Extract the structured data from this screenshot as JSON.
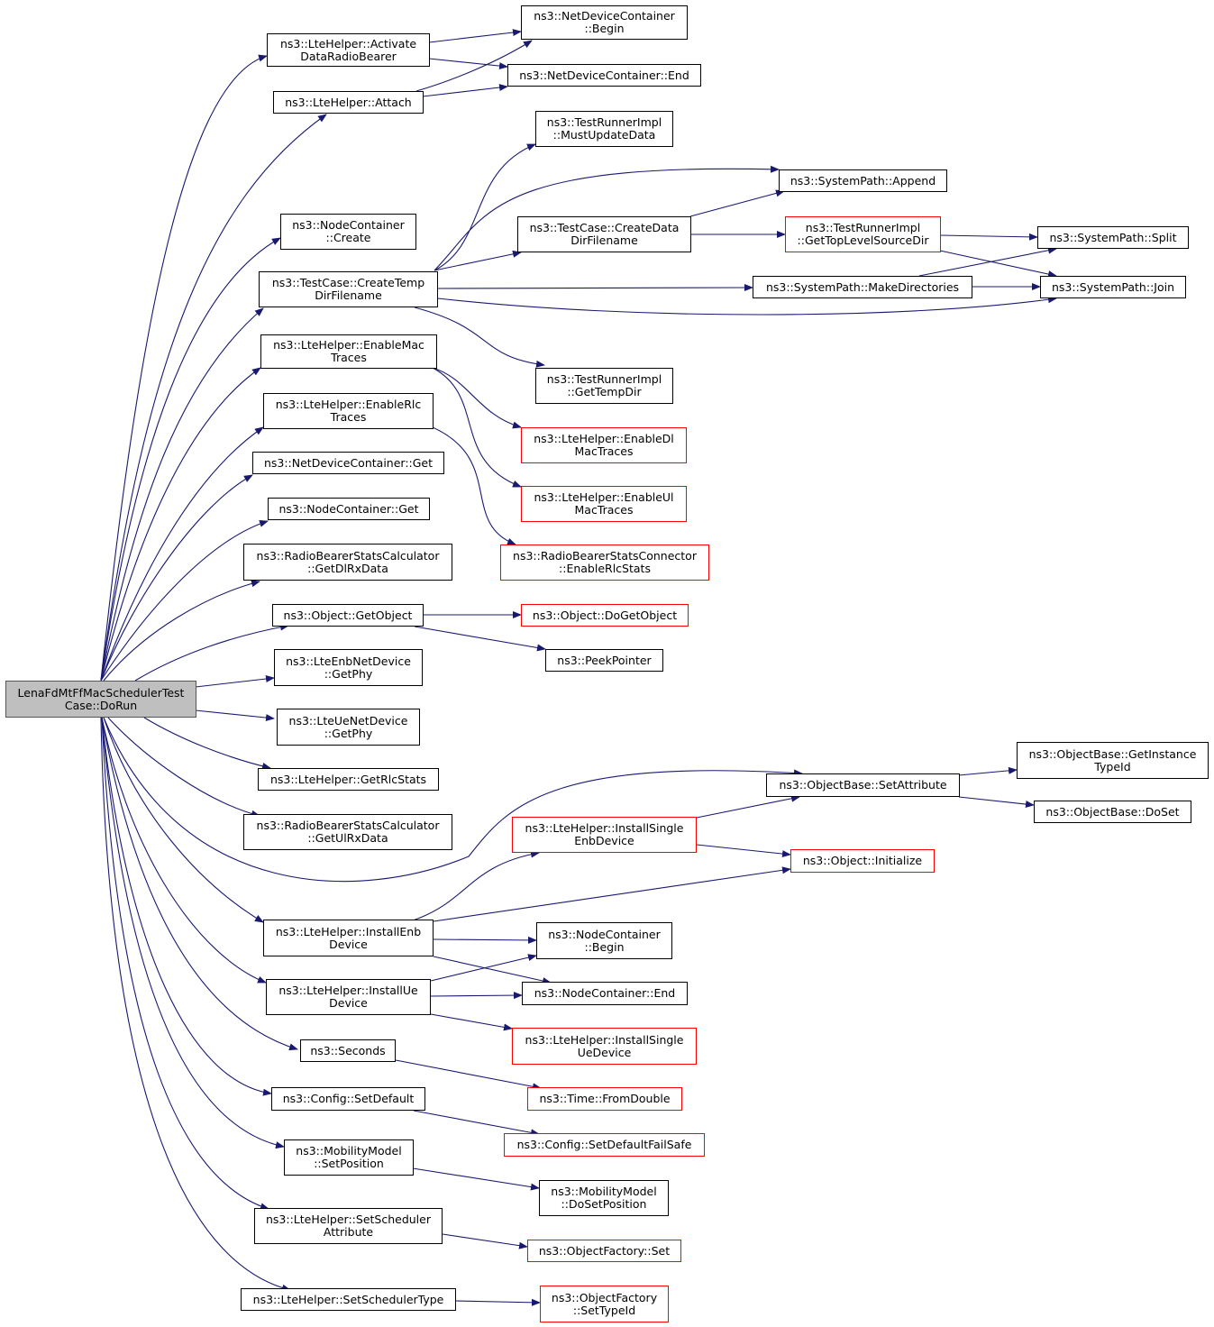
{
  "graph_title": "",
  "nodes": {
    "root": [
      "LenaFdMtFfMacSchedulerTest",
      "Case::DoRun"
    ],
    "activate": [
      "ns3::LteHelper::Activate",
      "DataRadioBearer"
    ],
    "attach": [
      "ns3::LteHelper::Attach"
    ],
    "ndc_begin": [
      "ns3::NetDeviceContainer",
      "::Begin"
    ],
    "ndc_end": [
      "ns3::NetDeviceContainer::End"
    ],
    "nc_create": [
      "ns3::NodeContainer",
      "::Create"
    ],
    "createtemp": [
      "ns3::TestCase::CreateTemp",
      "DirFilename"
    ],
    "mustupdate": [
      "ns3::TestRunnerImpl",
      "::MustUpdateData"
    ],
    "sp_append": [
      "ns3::SystemPath::Append"
    ],
    "createdata": [
      "ns3::TestCase::CreateData",
      "DirFilename"
    ],
    "gettoplevel": [
      "ns3::TestRunnerImpl",
      "::GetTopLevelSourceDir"
    ],
    "sp_split": [
      "ns3::SystemPath::Split"
    ],
    "sp_makedirs": [
      "ns3::SystemPath::MakeDirectories"
    ],
    "sp_join": [
      "ns3::SystemPath::Join"
    ],
    "gettempdir": [
      "ns3::TestRunnerImpl",
      "::GetTempDir"
    ],
    "enablemac": [
      "ns3::LteHelper::EnableMac",
      "Traces"
    ],
    "enabledlmac": [
      "ns3::LteHelper::EnableDl",
      "MacTraces"
    ],
    "enablerlc": [
      "ns3::LteHelper::EnableRlc",
      "Traces"
    ],
    "enableulmac": [
      "ns3::LteHelper::EnableUl",
      "MacTraces"
    ],
    "ndc_get": [
      "ns3::NetDeviceContainer::Get"
    ],
    "nc_get": [
      "ns3::NodeContainer::Get"
    ],
    "rbsconn": [
      "ns3::RadioBearerStatsConnector",
      "::EnableRlcStats"
    ],
    "getdlrx": [
      "ns3::RadioBearerStatsCalculator",
      "::GetDlRxData"
    ],
    "getobject": [
      "ns3::Object::GetObject"
    ],
    "dogetobject": [
      "ns3::Object::DoGetObject"
    ],
    "peekpointer": [
      "ns3::PeekPointer"
    ],
    "enbphy": [
      "ns3::LteEnbNetDevice",
      "::GetPhy"
    ],
    "uephy": [
      "ns3::LteUeNetDevice",
      "::GetPhy"
    ],
    "getrlcstats": [
      "ns3::LteHelper::GetRlcStats"
    ],
    "getulrx": [
      "ns3::RadioBearerStatsCalculator",
      "::GetUlRxData"
    ],
    "setattr": [
      "ns3::ObjectBase::SetAttribute"
    ],
    "getinstance": [
      "ns3::ObjectBase::GetInstance",
      "TypeId"
    ],
    "doset": [
      "ns3::ObjectBase::DoSet"
    ],
    "installsingleenb": [
      "ns3::LteHelper::InstallSingle",
      "EnbDevice"
    ],
    "initialize": [
      "ns3::Object::Initialize"
    ],
    "installenb": [
      "ns3::LteHelper::InstallEnb",
      "Device"
    ],
    "nc_begin": [
      "ns3::NodeContainer",
      "::Begin"
    ],
    "installue": [
      "ns3::LteHelper::InstallUe",
      "Device"
    ],
    "nc_end": [
      "ns3::NodeContainer::End"
    ],
    "installsingleue": [
      "ns3::LteHelper::InstallSingle",
      "UeDevice"
    ],
    "seconds": [
      "ns3::Seconds"
    ],
    "fromdouble": [
      "ns3::Time::FromDouble"
    ],
    "setdefault": [
      "ns3::Config::SetDefault"
    ],
    "setdefaultfs": [
      "ns3::Config::SetDefaultFailSafe"
    ],
    "setposition": [
      "ns3::MobilityModel",
      "::SetPosition"
    ],
    "dosetposition": [
      "ns3::MobilityModel",
      "::DoSetPosition"
    ],
    "setschedattr": [
      "ns3::LteHelper::SetScheduler",
      "Attribute"
    ],
    "of_set": [
      "ns3::ObjectFactory::Set"
    ],
    "setschedtype": [
      "ns3::LteHelper::SetSchedulerType"
    ],
    "settypeid": [
      "ns3::ObjectFactory",
      "::SetTypeId"
    ]
  },
  "colors": {
    "edge": "#191970",
    "truncated_border": "#ff0000",
    "normal_border": "#000000",
    "root_fill": "#bfbfbf"
  }
}
